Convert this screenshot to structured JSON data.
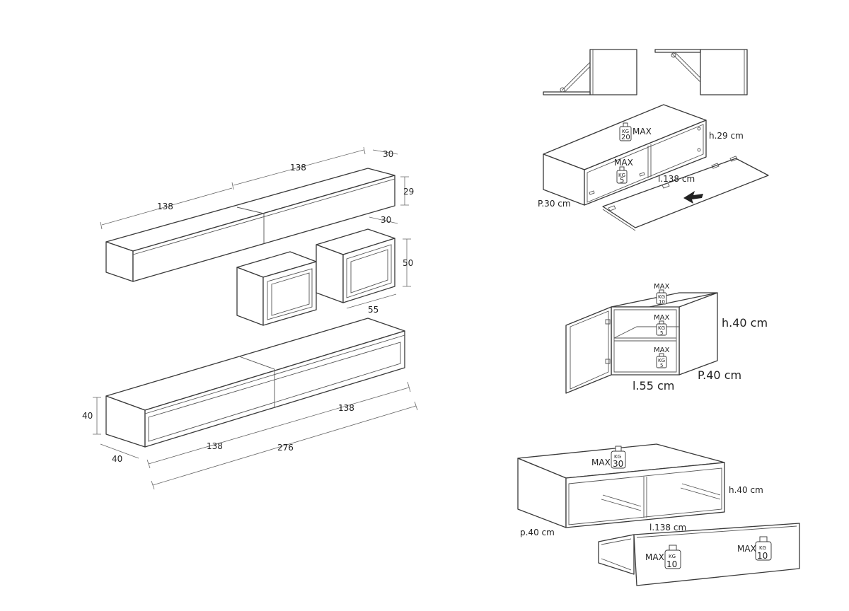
{
  "overview": {
    "shelf_top_width": "138",
    "shelf_left_width": "138",
    "shelf_depth": "30",
    "shelf_height": "29",
    "cube_depth": "30",
    "cube_height": "50",
    "cube_width": "55",
    "base_height": "40",
    "base_depth": "40",
    "base_left_width": "138",
    "base_right_width": "138",
    "base_total_width": "276"
  },
  "shelf_detail": {
    "max_label": "MAX",
    "kg_label": "KG",
    "top_load": "20",
    "inner_load": "5",
    "height": "h.29 cm",
    "length": "l.138 cm",
    "depth": "P.30 cm"
  },
  "cube_detail": {
    "max_label": "MAX",
    "kg_label": "KG",
    "top_load": "10",
    "shelf_load_1": "5",
    "shelf_load_2": "5",
    "height": "h.40 cm",
    "length": "l.55 cm",
    "depth": "P.40 cm"
  },
  "base_detail": {
    "max_label": "MAX",
    "kg_label": "KG",
    "top_load": "30",
    "drawer_load_left": "10",
    "drawer_load_right": "10",
    "height": "h.40 cm",
    "length": "l.138 cm",
    "depth": "p.40 cm"
  }
}
